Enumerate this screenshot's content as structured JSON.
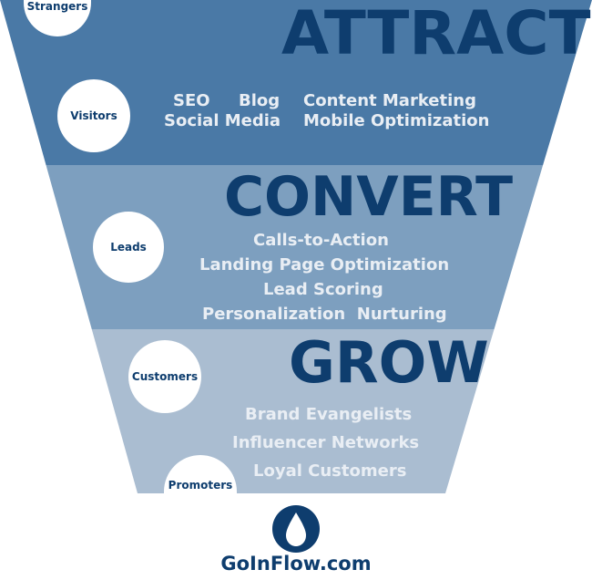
{
  "stages": {
    "attract": {
      "title": "ATTRACT",
      "lines": [
        "SEO",
        "Blog",
        "Content Marketing",
        "Social Media",
        "Mobile Optimization"
      ]
    },
    "convert": {
      "title": "CONVERT",
      "lines": [
        "Calls-to-Action",
        "Landing Page Optimization",
        "Lead Scoring",
        "Personalization  Nurturing"
      ]
    },
    "grow": {
      "title": "GROW",
      "lines": [
        "Brand Evangelists",
        "Influencer Networks",
        "Loyal Customers"
      ]
    }
  },
  "circles": [
    "Strangers",
    "Visitors",
    "Leads",
    "Customers",
    "Promoters"
  ],
  "logo": {
    "text": "GoInFlow.com",
    "icon": "water-drop-icon"
  },
  "colors": {
    "band_top": "#4a79a6",
    "band_middle": "#7d9fbf",
    "band_bottom": "#aabdd1",
    "title": "#0e3d6e",
    "tactic_text": "#e9eef4"
  }
}
